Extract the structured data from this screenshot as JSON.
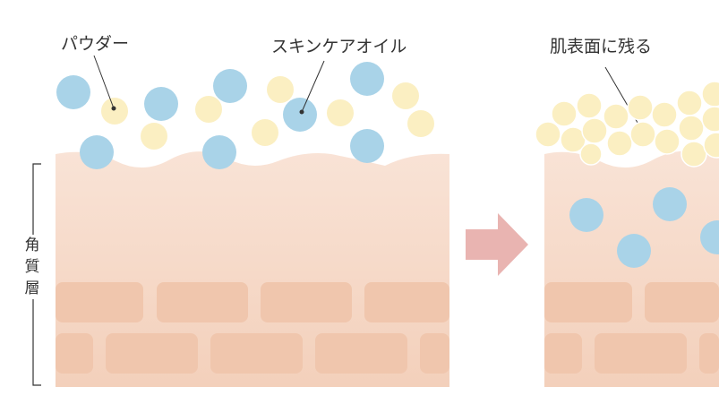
{
  "labels": {
    "powder": "パウダー",
    "skincare_oil": "スキンケアオイル",
    "remains_on_surface": "肌表面に残る",
    "stratum_corneum": "角\n質\n層"
  },
  "colors": {
    "oil": "#a9d3e8",
    "powder": "#fbefc2",
    "skin_top": "#f9e3d6",
    "skin_bottom": "#f3d2bd",
    "cell": "#f0c6ad",
    "arrow": "#e9b4b1"
  }
}
